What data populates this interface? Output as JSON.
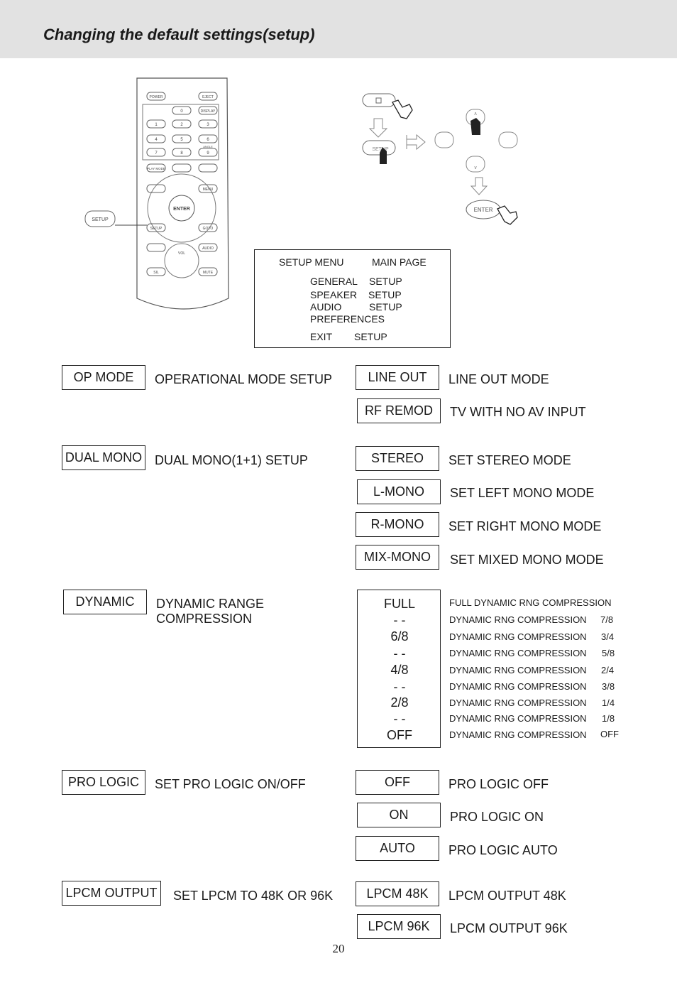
{
  "header": {
    "title": "Changing the default settings(setup)"
  },
  "remote": {
    "buttons": [
      "POWER",
      "EJECT",
      "DISPLAY",
      "1",
      "2",
      "3",
      "4",
      "5",
      "6",
      "7",
      "8",
      "9",
      "0",
      "ANGLE",
      "PLAY MODE",
      "MENU",
      "ENTER",
      "SETUP",
      "GOTO",
      "AUDIO",
      "VOL",
      "SIL",
      "MUTE"
    ],
    "callout": "SETUP"
  },
  "flow": {
    "setup_key": "SETUP",
    "enter_key": "ENTER"
  },
  "setup_menu": {
    "title_left": "SETUP MENU",
    "title_right": "MAIN PAGE",
    "items": [
      {
        "name": "GENERAL",
        "suffix": "SETUP"
      },
      {
        "name": "SPEAKER",
        "suffix": "SETUP"
      },
      {
        "name": "AUDIO",
        "suffix": "SETUP"
      },
      {
        "name": "PREFERENCES",
        "suffix": ""
      }
    ],
    "exit": {
      "name": "EXIT",
      "suffix": "SETUP"
    }
  },
  "settings": {
    "op_mode": {
      "label": "OP MODE",
      "description": "OPERATIONAL MODE SETUP",
      "options": [
        {
          "label": "LINE OUT",
          "description": "LINE OUT MODE"
        },
        {
          "label": "RF REMOD",
          "description": "TV WITH NO AV INPUT"
        }
      ]
    },
    "dual_mono": {
      "label": "DUAL MONO",
      "description": "DUAL MONO(1+1) SETUP",
      "options": [
        {
          "label": "STEREO",
          "description": "SET STEREO MODE"
        },
        {
          "label": "L-MONO",
          "description": "SET LEFT MONO MODE"
        },
        {
          "label": "R-MONO",
          "description": "SET RIGHT MONO  MODE"
        },
        {
          "label": "MIX-MONO",
          "description": "SET MIXED MONO MODE"
        }
      ]
    },
    "dynamic": {
      "label": "DYNAMIC",
      "description_line1": "DYNAMIC RANGE",
      "description_line2": "COMPRESSION",
      "levels": [
        "FULL",
        "- -",
        "6/8",
        "- -",
        "4/8",
        "- -",
        "2/8",
        "- -",
        "OFF"
      ],
      "level_descriptions": [
        {
          "text": "FULL DYNAMIC RNG COMPRESSION",
          "value": ""
        },
        {
          "text": "DYNAMIC RNG COMPRESSION",
          "value": "7/8"
        },
        {
          "text": "DYNAMIC RNG COMPRESSION",
          "value": "3/4"
        },
        {
          "text": "DYNAMIC RNG COMPRESSION",
          "value": "5/8"
        },
        {
          "text": "DYNAMIC RNG COMPRESSION",
          "value": "2/4"
        },
        {
          "text": "DYNAMIC RNG COMPRESSION",
          "value": "3/8"
        },
        {
          "text": "DYNAMIC RNG COMPRESSION",
          "value": "1/4"
        },
        {
          "text": "DYNAMIC RNG COMPRESSION",
          "value": "1/8"
        },
        {
          "text": "DYNAMIC RNG COMPRESSION",
          "value": "OFF"
        }
      ]
    },
    "pro_logic": {
      "label": "PRO LOGIC",
      "description": "SET PRO LOGIC ON/OFF",
      "options": [
        {
          "label": "OFF",
          "description": "PRO LOGIC OFF"
        },
        {
          "label": "ON",
          "description": "PRO LOGIC ON"
        },
        {
          "label": "AUTO",
          "description": "PRO LOGIC AUTO"
        }
      ]
    },
    "lpcm": {
      "label": "LPCM OUTPUT",
      "description": "SET LPCM TO 48K OR 96K",
      "options": [
        {
          "label": "LPCM 48K",
          "description": "LPCM OUTPUT 48K"
        },
        {
          "label": "LPCM 96K",
          "description": "LPCM OUTPUT 96K"
        }
      ]
    }
  },
  "page_number": "20"
}
